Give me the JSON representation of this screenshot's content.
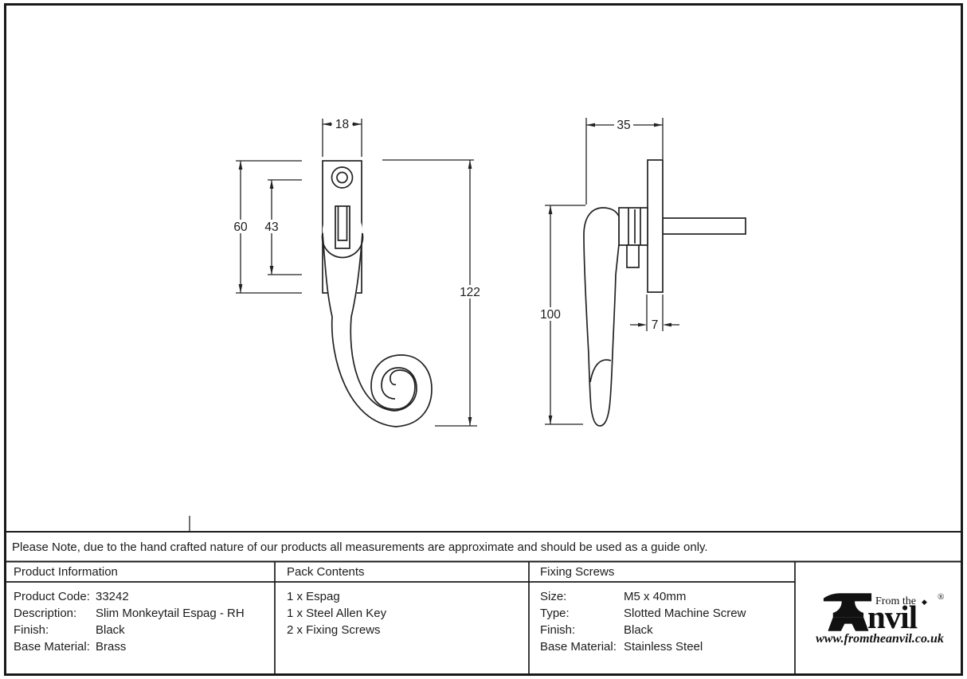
{
  "notice": "Please Note, due to the hand crafted nature of our products all measurements are approximate and should be used as a guide only.",
  "drawing": {
    "front_view": {
      "dim_width": "18",
      "dim_plate_height": "60",
      "dim_keep_height": "43",
      "dim_total_height": "122"
    },
    "side_view": {
      "dim_depth": "35",
      "dim_handle_length": "100",
      "dim_plate_thickness": "7"
    }
  },
  "product_information": {
    "title": "Product Information",
    "rows": [
      {
        "label": "Product Code:",
        "value": "33242"
      },
      {
        "label": "Description:",
        "value": "Slim Monkeytail Espag - RH"
      },
      {
        "label": "Finish:",
        "value": "Black"
      },
      {
        "label": "Base Material:",
        "value": "Brass"
      }
    ]
  },
  "pack_contents": {
    "title": "Pack Contents",
    "items": [
      "1 x Espag",
      "1 x Steel Allen Key",
      "2 x Fixing Screws"
    ]
  },
  "fixing_screws": {
    "title": "Fixing Screws",
    "rows": [
      {
        "label": "Size:",
        "value": "M5 x 40mm"
      },
      {
        "label": "Type:",
        "value": "Slotted Machine Screw"
      },
      {
        "label": "Finish:",
        "value": "Black"
      },
      {
        "label": "Base Material:",
        "value": "Stainless Steel"
      }
    ]
  },
  "logo": {
    "tagline": "From the",
    "diamond": "◆",
    "brand_suffix": "nvil",
    "registered": "®",
    "url": "www.fromtheanvil.co.uk"
  },
  "colors": {
    "ink": "#222222",
    "background": "#ffffff"
  }
}
